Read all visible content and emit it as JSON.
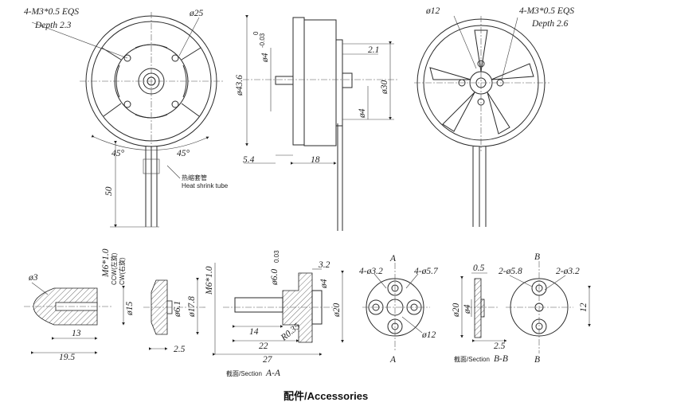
{
  "top": {
    "front": {
      "thread_note": "4-M3*0.5 EQS",
      "depth_note": "Depth 2.3",
      "diameter": "ø25",
      "angle_left": "45°",
      "angle_right": "45°",
      "lead_length": "50",
      "heat_shrink_cn": "热缩套管",
      "heat_shrink_en": "Heat shrink tube"
    },
    "side": {
      "shaft_dia": "ø4",
      "shaft_tol_upper": "0",
      "shaft_tol_lower": "-0.03",
      "body_dia": "ø43.6",
      "bearing_len": "2.1",
      "hub_dia": "ø30",
      "small_dia": "ø4",
      "shaft_ext": "5.4",
      "body_len": "18"
    },
    "back": {
      "center_dia": "ø12",
      "thread_note": "4-M3*0.5 EQS",
      "depth_note": "Depth 2.6"
    }
  },
  "bottom": {
    "prop_nut": {
      "tip_dia": "ø3",
      "thread": "M6*1.0",
      "ccw": "CCW(左旋)",
      "cw": "CW(右旋)",
      "body_dia": "ø15",
      "len1": "13",
      "len2": "19.5"
    },
    "washer": {
      "inner_dia": "ø6.1",
      "outer_dia": "ø17.8",
      "thickness": "2.5"
    },
    "adapter": {
      "thread": "M6*1.0",
      "dia_a": "ø6.0",
      "dia_a_sub": "0.03",
      "dia_b": "ø4",
      "flange": "3.2",
      "outer_dia": "ø20",
      "fillet": "R0.35",
      "len14": "14",
      "len22": "22",
      "len27": "27",
      "section_label": "截面/Section",
      "section_id": "A-A"
    },
    "plate_a": {
      "marker_top": "A",
      "marker_bottom": "A",
      "hole_small": "4-ø3.2",
      "hole_big": "4-ø5.7",
      "center_dia": "ø12"
    },
    "plate_b_side": {
      "thickness": "0.5",
      "outer_dia": "ø20",
      "inner_dia": "ø4",
      "depth": "2.5",
      "section_label": "截面/Section",
      "section_id": "B-B"
    },
    "plate_b": {
      "marker_top": "B",
      "marker_bottom": "B",
      "hole_big": "2-ø5.8",
      "hole_small": "2-ø3.2",
      "span": "12"
    }
  },
  "footer": {
    "title": "配件/Accessories"
  }
}
